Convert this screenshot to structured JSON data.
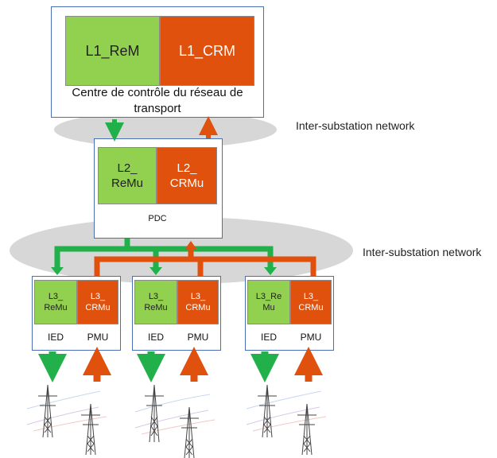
{
  "colors": {
    "green": "#92d050",
    "orange": "#e0510d",
    "border": "#4a6fb5",
    "network": "#d7d7d7",
    "arrow_green": "#22b04a",
    "arrow_orange": "#e0510d"
  },
  "top": {
    "l1_rem": "L1_ReM",
    "l1_crm": "L1_CRM",
    "title": "Centre de contrôle du réseau de transport"
  },
  "networks": {
    "upper": "Inter-substation network",
    "lower": "Inter-substation network"
  },
  "pdc": {
    "l2_remu": "L2_ ReMu",
    "l2_crmu": "L2_ CRMu",
    "label": "PDC"
  },
  "substations": [
    {
      "remu": "L3_ ReMu",
      "crmu": "L3_ CRMu",
      "ied": "IED",
      "pmu": "PMU"
    },
    {
      "remu": "L3_ ReMu",
      "crmu": "L3_ CRMu",
      "ied": "IED",
      "pmu": "PMU"
    },
    {
      "remu": "L3_Re Mu",
      "crmu": "L3_ CRMu",
      "ied": "IED",
      "pmu": "PMU"
    }
  ],
  "icons": [
    "transmission-tower-icon"
  ]
}
